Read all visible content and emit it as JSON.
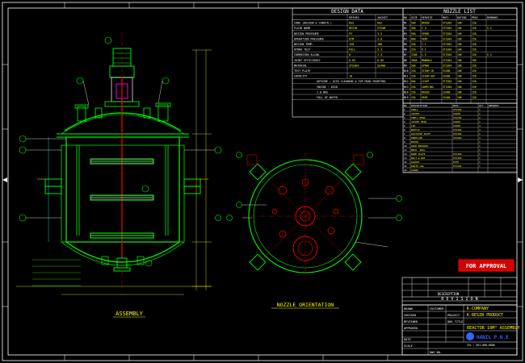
{
  "sheet": {
    "design_data_title": "DESIGN DATA",
    "nozzle_list_title": "NOZZLE LIST",
    "revision_title": "R E V I S I O N",
    "assembly_caption": "ASSEMBLY",
    "orientation_caption": "NOZZLE ORIENTATION",
    "approval_stamp": "FOR APPROVAL"
  },
  "design_data": {
    "headers": [
      "",
      "VESSEL",
      "JACKET"
    ],
    "rows": [
      [
        "CODE (DESIGN & CONSTR.)",
        "KGS",
        "KGS"
      ],
      [
        "FLUID NAME",
        "RESIN",
        "STEAM"
      ],
      [
        "DESIGN PRESSURE",
        "FV",
        "3.5"
      ],
      [
        "OPERATION PRESSURE",
        "ATM",
        "3.0"
      ],
      [
        "DESIGN TEMP.",
        "150",
        "180"
      ],
      [
        "HYDRO TEST",
        "FULL",
        "5.3"
      ],
      [
        "CORROSION ALLOW.",
        "0",
        "1.5"
      ],
      [
        "JOINT EFFICIENCY",
        "0.85",
        "0.85"
      ],
      [
        "MATERIAL",
        "STS304",
        "SS400"
      ],
      [
        "TEST PLATE",
        "",
        ""
      ],
      [
        "CAPACITY",
        "10",
        ""
      ]
    ],
    "notes": [
      "OUTSIDE : ACID CLEANING & TOP HEAD PAINTING",
      "INSIDE : #320",
      "1.0 HRS",
      "FULL OF WATER"
    ]
  },
  "nozzle_list": {
    "headers": [
      "NO",
      "SIZE",
      "SERVICE",
      "MATL",
      "RATING",
      "PROJ",
      "REMARKS"
    ],
    "rows": [
      [
        "N1",
        "50A",
        "DRAIN",
        "STS304",
        "10K",
        "150",
        ""
      ],
      [
        "N2",
        "50A",
        "F.O.",
        "STS304",
        "10K",
        "150",
        "S.G"
      ],
      [
        "N3",
        "50A",
        "SPARE",
        "STS304",
        "10K",
        "150",
        ""
      ],
      [
        "N4",
        "80A",
        "VENT",
        "STS304",
        "10K",
        "150",
        ""
      ],
      [
        "N5",
        "25A",
        "T.I",
        "STS304",
        "10K",
        "150",
        ""
      ],
      [
        "N6",
        "25A",
        "P.I",
        "STS304",
        "10K",
        "150",
        ""
      ],
      [
        "N7",
        "150A",
        "L.G",
        "STS304",
        "10K",
        "150",
        "S.G"
      ],
      [
        "N8",
        "300A",
        "MANHOLE",
        "STS304",
        "10K",
        "200",
        ""
      ],
      [
        "N9",
        "50A",
        "SPARE",
        "STS304",
        "10K",
        "150",
        ""
      ],
      [
        "N10",
        "25A",
        "STEAM IN",
        "SS400",
        "10K",
        "150",
        ""
      ],
      [
        "N11",
        "25A",
        "STEAM OUT",
        "SS400",
        "10K",
        "150",
        ""
      ],
      [
        "N12",
        "80A",
        "LIGHT",
        "STS304",
        "10K",
        "150",
        ""
      ],
      [
        "N13",
        "25A",
        "SAMPLING",
        "STS304",
        "10K",
        "150",
        ""
      ],
      [
        "N14",
        "25A",
        "DRAIN",
        "SS400",
        "10K",
        "150",
        ""
      ],
      [
        "N15",
        "25A",
        "VENT",
        "SS400",
        "10K",
        "150",
        ""
      ]
    ]
  },
  "parts_list": {
    "headers": [
      "NO",
      "DESCRIPTION",
      "MATL",
      "QTY",
      "REMARKS"
    ],
    "rows": [
      [
        "1",
        "SHELL",
        "STS304",
        "1",
        ""
      ],
      [
        "2",
        "JACKET",
        "SS400",
        "1",
        ""
      ],
      [
        "3",
        "SHELL HEAD",
        "STS304",
        "2",
        ""
      ],
      [
        "4",
        "JACKET HEAD",
        "SS400",
        "1",
        ""
      ],
      [
        "5",
        "LUG",
        "SS400",
        "4",
        ""
      ],
      [
        "6",
        "BAFFLE",
        "STS304",
        "4",
        ""
      ],
      [
        "7",
        "AGITATOR SHAFT",
        "STS304",
        "1",
        ""
      ],
      [
        "8",
        "IMPELLER",
        "STS304",
        "3",
        ""
      ],
      [
        "9",
        "MOTOR",
        "",
        "1",
        ""
      ],
      [
        "10",
        "GEAR REDUCER",
        "",
        "1",
        ""
      ],
      [
        "11",
        "MECH. SEAL",
        "",
        "1",
        ""
      ],
      [
        "12",
        "NAME PLATE",
        "STS304",
        "1",
        ""
      ],
      [
        "13",
        "BOLT & NUT",
        "STS304",
        "1",
        ""
      ],
      [
        "14",
        "GASKET",
        "PTFE",
        "1",
        ""
      ],
      [
        "15",
        "EARTH LUG",
        "STS304",
        "1",
        ""
      ],
      [
        "16",
        "SPARE",
        "",
        "",
        ""
      ]
    ]
  },
  "revision_table": {
    "rows": [
      [
        "",
        "",
        "",
        "",
        ""
      ],
      [
        "",
        "",
        "",
        "",
        ""
      ]
    ],
    "header": [
      "",
      "",
      "DESCRIPTION",
      "",
      ""
    ]
  },
  "title_block": {
    "customer": "K-COMPANY",
    "project": "K-RESIN PRODUCT",
    "dwg_title": "REACTOR 10M³ ASSEMBLY",
    "company": "HANIL P.N.E",
    "company_sub": "TEL : 051-000-0000",
    "left_labels": [
      "DRAWN",
      "CHECKED",
      "REVIEWED",
      "APPROVED",
      "DATE",
      "SCALE"
    ],
    "right_labels": [
      "CUSTOMER",
      "PROJECT",
      "DWG TITLE"
    ],
    "dwg_no": "DWG NO."
  },
  "colors": {
    "outline": "#00ff00",
    "text": "#ffffff",
    "accent": "#ffff00",
    "red": "#ff0000",
    "cyan": "#00ffff",
    "magenta": "#ff00ff",
    "blue": "#3366ff"
  }
}
